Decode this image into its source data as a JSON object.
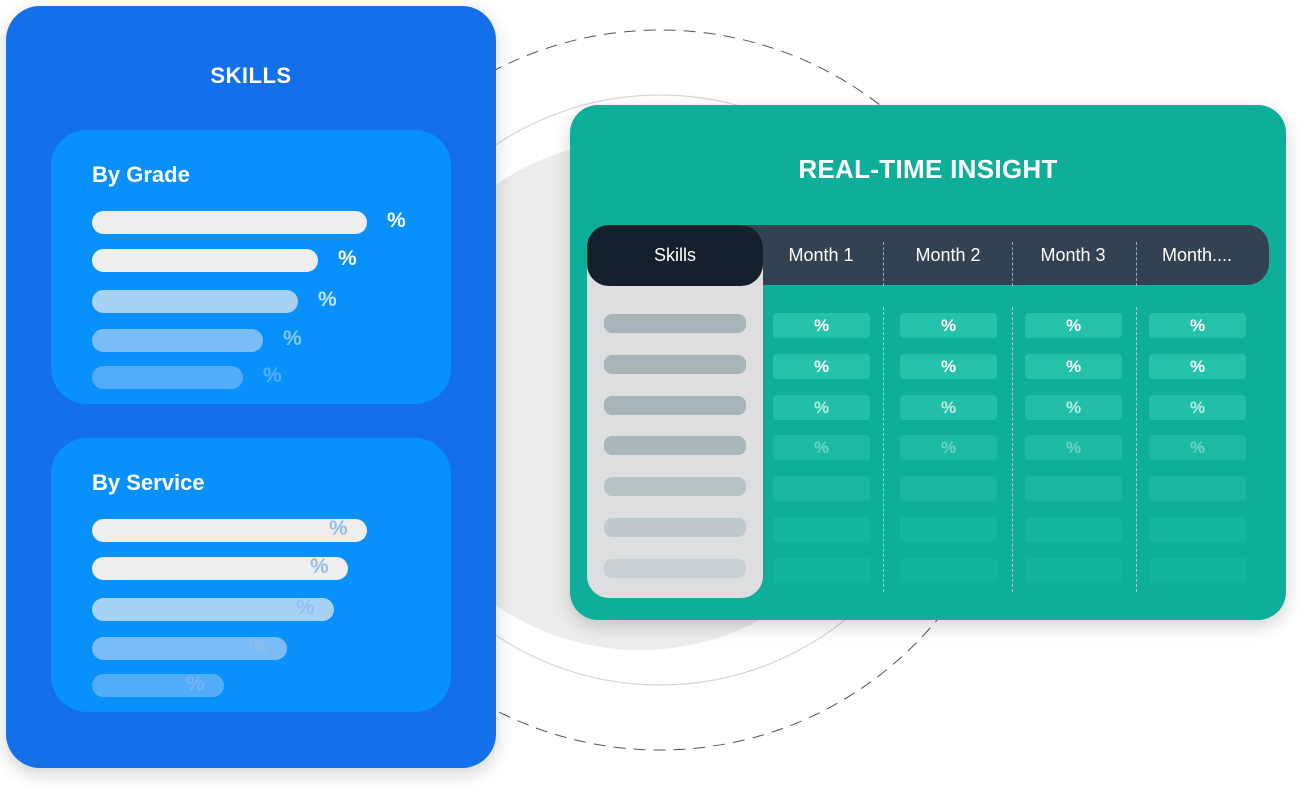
{
  "skills_panel": {
    "title": "SKILLS",
    "by_grade": {
      "title": "By Grade",
      "rows": [
        {
          "label": "%",
          "level": 1.0
        },
        {
          "label": "%",
          "level": 0.82
        },
        {
          "label": "%",
          "level": 0.75
        },
        {
          "label": "%",
          "level": 0.62
        },
        {
          "label": "%",
          "level": 0.55
        }
      ]
    },
    "by_service": {
      "title": "By Service",
      "rows": [
        {
          "label": "%",
          "level": 1.0
        },
        {
          "label": "%",
          "level": 0.93
        },
        {
          "label": "%",
          "level": 0.88
        },
        {
          "label": "%",
          "level": 0.71
        },
        {
          "label": "%",
          "level": 0.48
        }
      ]
    }
  },
  "insight_panel": {
    "title": "REAL-TIME INSIGHT",
    "skills_header": "Skills",
    "months": [
      "Month 1",
      "Month 2",
      "Month 3",
      "Month...."
    ],
    "cell_label": "%",
    "row_count": 7,
    "rows_with_values": 4
  },
  "colors": {
    "skills_panel": "#1370ea",
    "sub_card": "#0891fb",
    "insight_panel": "#0fae99",
    "header_bar": "#334252",
    "skills_header": "#15202c",
    "cell": "#25c2aa"
  }
}
